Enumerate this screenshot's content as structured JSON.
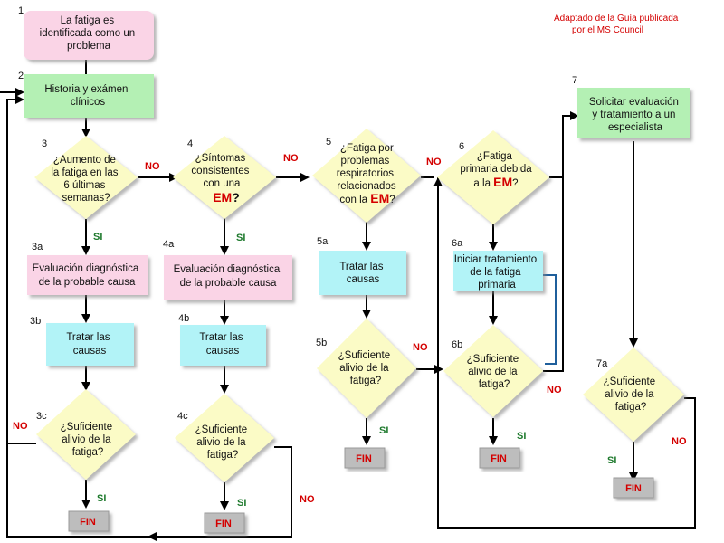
{
  "credit": [
    "Adaptado de la Guía publicada",
    "por el MS Council"
  ],
  "labels": {
    "yes": "SI",
    "no": "NO",
    "end": "FIN"
  },
  "em": "EM",
  "steps": {
    "s1": {
      "num": "1",
      "lines": [
        "La fatiga es",
        "identificada como un",
        "problema"
      ]
    },
    "s2": {
      "num": "2",
      "lines": [
        "Historia y exámen",
        "clínicos"
      ]
    },
    "s3": {
      "num": "3",
      "lines": [
        "¿Aumento de",
        "la fatiga en las",
        "6 últimas",
        "semanas?"
      ]
    },
    "s3a": {
      "num": "3a",
      "lines": [
        "Evaluación diagnóstica",
        "de la probable causa"
      ]
    },
    "s3b": {
      "num": "3b",
      "lines": [
        "Tratar las",
        "causas"
      ]
    },
    "s3c": {
      "num": "3c",
      "lines": [
        "¿Suficiente",
        "alivio de la",
        "fatiga?"
      ]
    },
    "s4": {
      "num": "4",
      "lines": [
        "¿Síntomas",
        "consistentes",
        "con una"
      ],
      "tail": "?"
    },
    "s4a": {
      "num": "4a",
      "lines": [
        "Evaluación diagnóstica",
        "de la probable causa"
      ]
    },
    "s4b": {
      "num": "4b",
      "lines": [
        "Tratar las",
        "causas"
      ]
    },
    "s4c": {
      "num": "4c",
      "lines": [
        "¿Suficiente",
        "alivio de la",
        "fatiga?"
      ]
    },
    "s5": {
      "num": "5",
      "lines": [
        "¿Fatiga por",
        "problemas",
        "respiratorios",
        "relacionados"
      ],
      "last_prefix": "con la ",
      "tail": "?"
    },
    "s5a": {
      "num": "5a",
      "lines": [
        "Tratar las",
        "causas"
      ]
    },
    "s5b": {
      "num": "5b",
      "lines": [
        "¿Suficiente",
        "alivio de la",
        "fatiga?"
      ]
    },
    "s6": {
      "num": "6",
      "lines": [
        "¿Fatiga",
        "primaria debida"
      ],
      "last_prefix": "a la ",
      "tail": "?"
    },
    "s6a": {
      "num": "6a",
      "lines": [
        "Iniciar tratamiento",
        "de la fatiga",
        "primaria"
      ]
    },
    "s6b": {
      "num": "6b",
      "lines": [
        "¿Suficiente",
        "alivio de la",
        "fatiga?"
      ]
    },
    "s7": {
      "num": "7",
      "lines": [
        "Solicitar evaluación",
        "y tratamiento a un",
        "especialista"
      ]
    },
    "s7a": {
      "num": "7a",
      "lines": [
        "¿Suficiente",
        "alivio de la",
        "fatiga?"
      ]
    }
  },
  "colors": {
    "pink": "#fad4e6",
    "green": "#b4f0b4",
    "cyan": "#b2f3f7",
    "diamond": "#fbfbc6",
    "fin": "#bdbdbd",
    "line": "#000000",
    "blue_line": "#1f5f9c",
    "no": "#d40000",
    "yes": "#1f7a2e"
  }
}
